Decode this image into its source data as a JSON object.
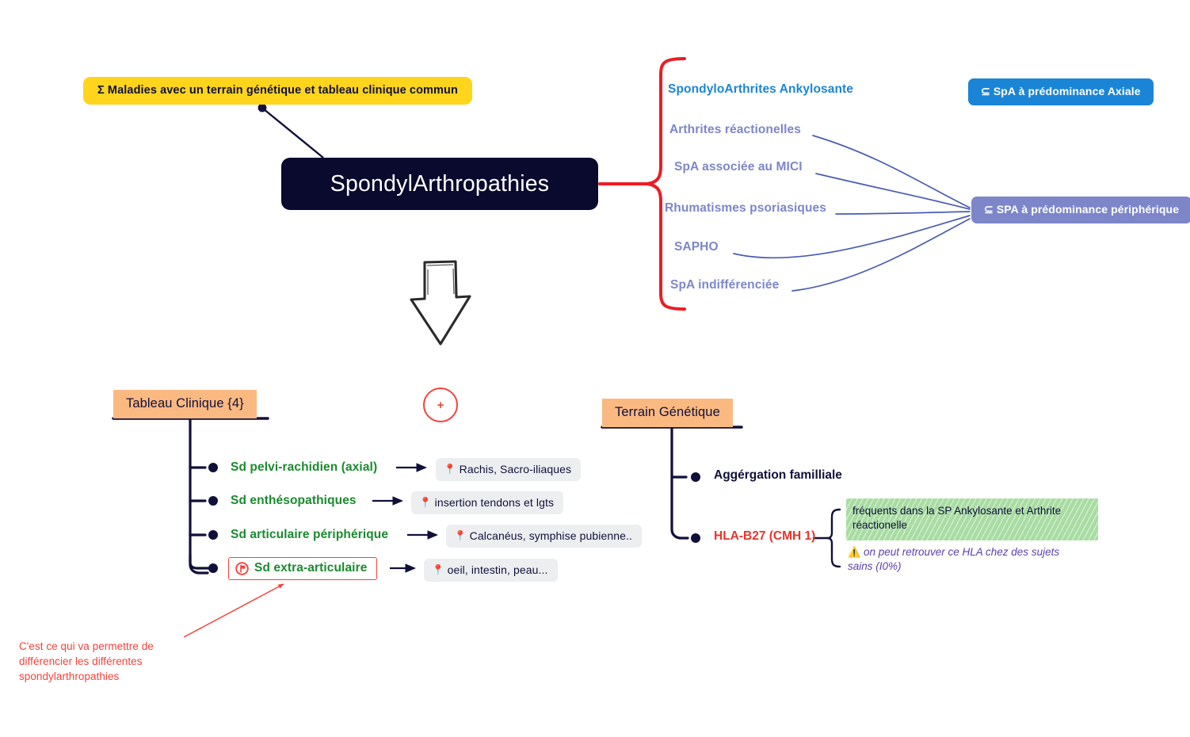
{
  "center": {
    "title": "SpondylArthropathies"
  },
  "definition": {
    "text": "Σ Maladies avec un terrain génétique et tableau clinique commun"
  },
  "classification": {
    "bracket_color": "#ed1c24",
    "diseases": [
      {
        "label": "SpondyloArthrites Ankylosante",
        "color": "#1a85d6",
        "group": "axial"
      },
      {
        "label": "Arthrites réactionelles",
        "color": "#7d86c9",
        "group": "peripheral"
      },
      {
        "label": "SpA associée au MICI",
        "color": "#7d86c9",
        "group": "peripheral"
      },
      {
        "label": "Rhumatismes psoriasiques",
        "color": "#7d86c9",
        "group": "peripheral"
      },
      {
        "label": "SAPHO",
        "color": "#7d86c9",
        "group": "peripheral"
      },
      {
        "label": "SpA indifférenciée",
        "color": "#7d86c9",
        "group": "peripheral"
      }
    ],
    "groups": [
      {
        "id": "axial",
        "label": "⊆ SpA  à prédominance Axiale",
        "color": "#1a85d6"
      },
      {
        "id": "peripheral",
        "label": "⊆ SPA à prédominance périphérique",
        "color": "#7d86c9"
      }
    ]
  },
  "connector": {
    "plus_label": "+",
    "arrow_name": "down-arrow"
  },
  "clinique": {
    "header": "Tableau Clinique {4}",
    "header_color": "#fbb982",
    "items": [
      {
        "label": "Sd pelvi-rachidien (axial)",
        "detail": "Rachis, Sacro-iliaques",
        "pin": "📍",
        "highlighted": false
      },
      {
        "label": "Sd enthésopathiques",
        "detail": "insertion tendons et lgts",
        "pin": "📍",
        "highlighted": false
      },
      {
        "label": "Sd articulaire périphérique",
        "detail": "Calcanéus, symphise pubienne..",
        "pin": "📍",
        "highlighted": false
      },
      {
        "label": "Sd extra-articulaire",
        "detail": "oeil, intestin, peau...",
        "pin": "📍",
        "highlighted": true
      }
    ],
    "annotation": "C'est ce qui va permettre de différencier les différentes spondylarthropathies",
    "annotation_color": "#f4433c"
  },
  "genetique": {
    "header": "Terrain Génétique",
    "header_color": "#fbb982",
    "items": [
      {
        "label": "Aggérgation familliale",
        "color": "#10103a"
      },
      {
        "label": "HLA-B27 (CMH 1)",
        "color": "#e8342a"
      }
    ],
    "notes": [
      {
        "text": "fréquents dans la SP Ankylosante et Arthrite réactionelle",
        "style": "highlight-green"
      },
      {
        "icon": "⚠️",
        "text": "on peut retrouver ce HLA chez des sujets sains (I0%)",
        "style": "warning-italic"
      }
    ]
  }
}
